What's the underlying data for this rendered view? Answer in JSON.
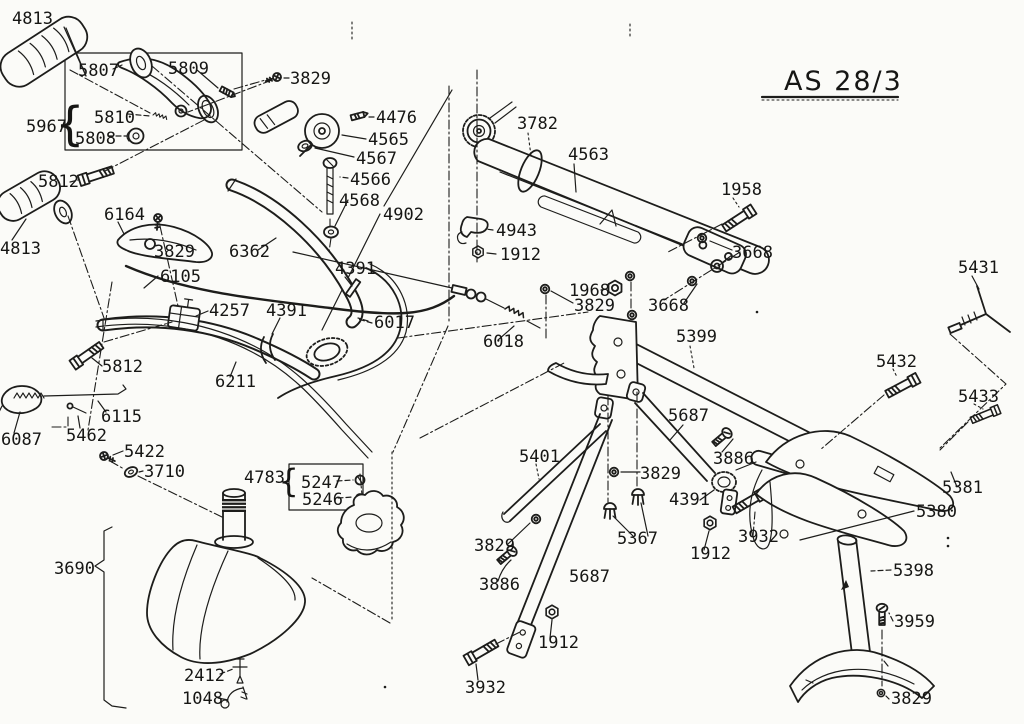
{
  "title": "AS 28/3",
  "brace": "{",
  "colors": {
    "ink": "#1d1d1b",
    "paper": "#fbfbf8"
  },
  "labels": {
    "part_4813_front_grip": "4813",
    "part_5807": "5807",
    "part_5809": "5809",
    "part_3829_throttle": "3829",
    "part_5967": "5967",
    "part_5810": "5810",
    "part_5808": "5808",
    "part_5812_upper": "5812",
    "part_6164": "6164",
    "part_3829_handle": "3829",
    "part_6105": "6105",
    "part_4257": "4257",
    "part_4391_bar_left": "4391",
    "part_4813_rear_grip": "4813",
    "part_6362": "6362",
    "part_5812_lower": "5812",
    "part_6211": "6211",
    "part_6087": "6087",
    "part_6115": "6115",
    "part_5462": "5462",
    "part_5422": "5422",
    "part_3710": "3710",
    "part_4783": "4783",
    "part_5247": "5247",
    "part_5246": "5246",
    "part_3690": "3690",
    "part_2412": "2412",
    "part_1048": "1048",
    "part_4476": "4476",
    "part_4565": "4565",
    "part_4567": "4567",
    "part_4566": "4566",
    "part_4568": "4568",
    "part_4902": "4902",
    "part_3782": "3782",
    "part_4563": "4563",
    "part_1958": "1958",
    "part_3668_upper": "3668",
    "part_4943": "4943",
    "part_1912_boom": "1912",
    "part_1968": "1968",
    "part_3829_boom": "3829",
    "part_3668_lower": "3668",
    "part_5399": "5399",
    "part_5431": "5431",
    "part_5432": "5432",
    "part_5433": "5433",
    "part_3886_right": "3886",
    "part_4391_frame": "4391",
    "part_5367": "5367",
    "part_1912_frame": "1912",
    "part_3932_right": "3932",
    "part_5381": "5381",
    "part_5380": "5380",
    "part_5401": "5401",
    "part_3829_leg": "3829",
    "part_3886_left": "3886",
    "part_5687_left": "5687",
    "part_1912_leg": "1912",
    "part_3932_left": "3932",
    "part_5687_right": "5687",
    "part_3829_aframe": "3829",
    "part_5398": "5398",
    "part_3959": "3959",
    "part_3829_stand": "3829",
    "part_6017": "6017",
    "part_6018": "6018",
    "part_4391_clip": "4391"
  }
}
